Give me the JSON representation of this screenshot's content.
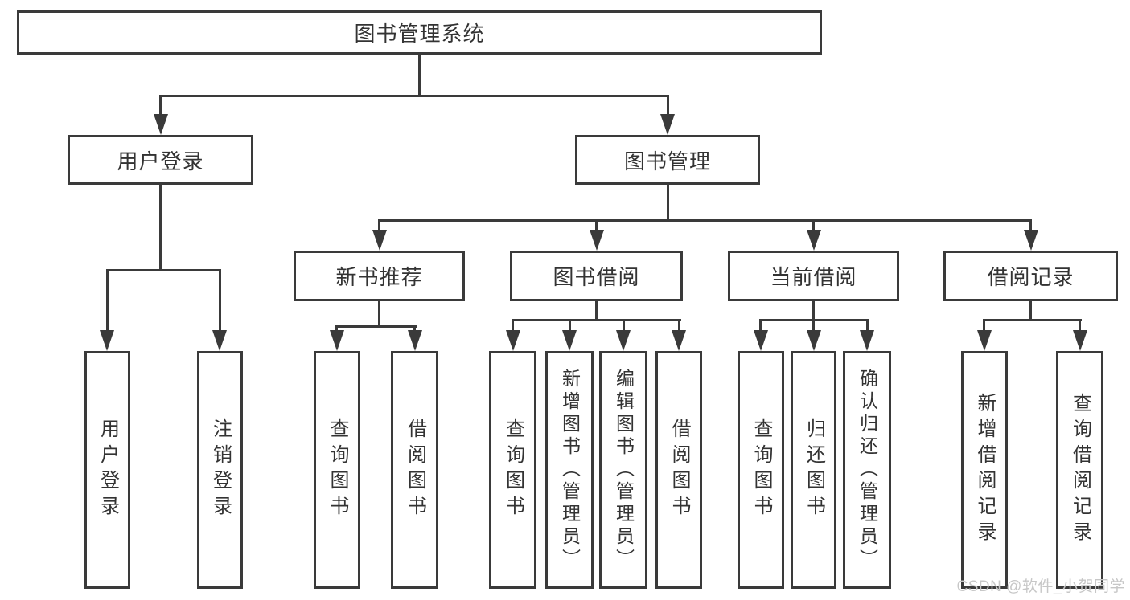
{
  "diagram_title": "图书管理系统",
  "nodes": {
    "root": "图书管理系统",
    "l2": [
      "用户登录",
      "图书管理"
    ],
    "l3": [
      "新书推荐",
      "图书借阅",
      "当前借阅",
      "借阅记录"
    ],
    "leaves_login": [
      "用户登录",
      "注销登录"
    ],
    "leaves_recommend": [
      "查询图书",
      "借阅图书"
    ],
    "leaves_borrow": [
      "查询图书",
      "新增图书（管理员）",
      "编辑图书（管理员）",
      "借阅图书"
    ],
    "leaves_current": [
      "查询图书",
      "归还图书",
      "确认归还（管理员）"
    ],
    "leaves_records": [
      "新增借阅记录",
      "查询借阅记录"
    ]
  },
  "watermark": "CSDN @软件_小贺同学",
  "colors": {
    "line": "#3a3a3a",
    "text": "#333333",
    "background": "#ffffff",
    "watermark_text": "#c7c7c7"
  }
}
